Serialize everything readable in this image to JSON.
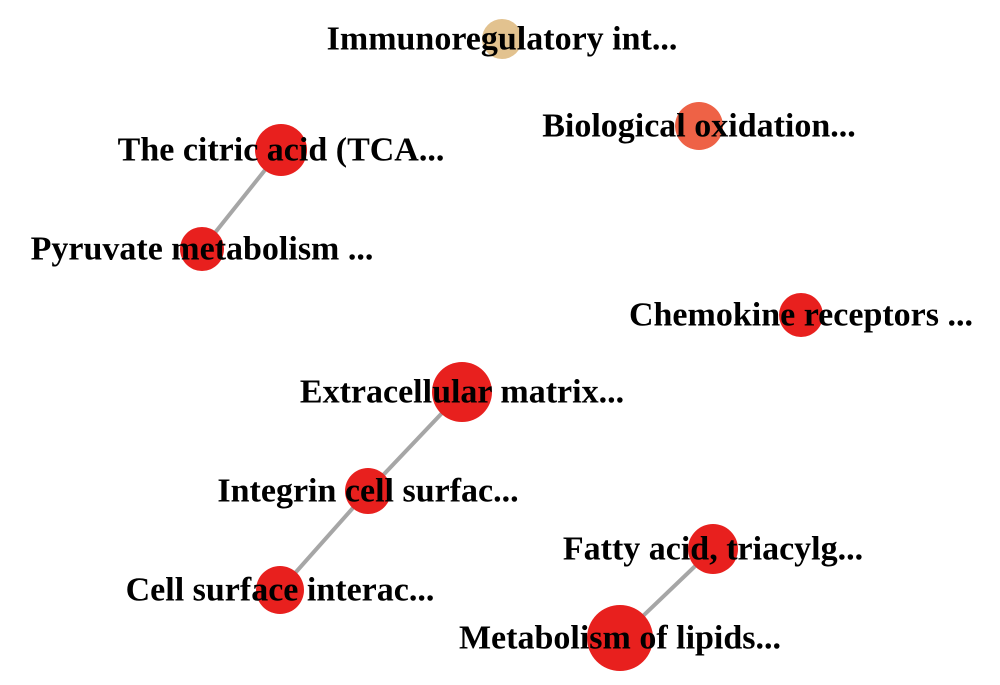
{
  "network": {
    "nodes": [
      {
        "id": "immunoregulatory",
        "label": "Immunoregulatory int...",
        "color": "#E2C28F"
      },
      {
        "id": "biological-oxidation",
        "label": "Biological oxidation...",
        "color": "#EE6246"
      },
      {
        "id": "citric-acid",
        "label": "The citric acid (TCA...",
        "color": "#E8201E"
      },
      {
        "id": "pyruvate",
        "label": "Pyruvate metabolism ...",
        "color": "#E8201E"
      },
      {
        "id": "chemokine",
        "label": "Chemokine receptors ...",
        "color": "#E8201E"
      },
      {
        "id": "extracellular",
        "label": "Extracellular matrix...",
        "color": "#E8201E"
      },
      {
        "id": "integrin",
        "label": "Integrin cell surfac...",
        "color": "#E8201E"
      },
      {
        "id": "cell-surface",
        "label": "Cell surface interac...",
        "color": "#E8201E"
      },
      {
        "id": "fatty-acid",
        "label": "Fatty acid, triacylg...",
        "color": "#E8201E"
      },
      {
        "id": "lipids",
        "label": "Metabolism of lipids...",
        "color": "#E8201E"
      }
    ],
    "edges": [
      {
        "source": "citric-acid",
        "target": "pyruvate"
      },
      {
        "source": "extracellular",
        "target": "integrin"
      },
      {
        "source": "integrin",
        "target": "cell-surface"
      },
      {
        "source": "fatty-acid",
        "target": "lipids"
      }
    ],
    "edge_color": "#A6A6A6"
  }
}
